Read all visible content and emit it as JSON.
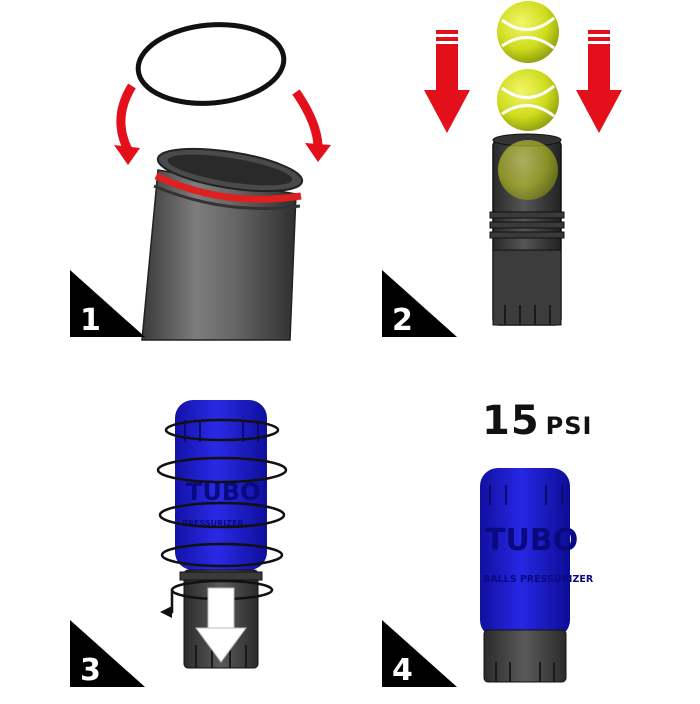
{
  "steps": [
    {
      "number": "1"
    },
    {
      "number": "2"
    },
    {
      "number": "3"
    },
    {
      "number": "4"
    }
  ],
  "pressure": {
    "value": "15",
    "unit": "PSI"
  },
  "brand": {
    "logo": "TUBO",
    "tagline": "BALLS PRESSURIZER"
  },
  "colors": {
    "arrow_red": "#e3101b",
    "tube_gray": "#5b5b5b",
    "seal_red": "#e02020",
    "cap_blue": "#1b1bd0",
    "ball_yellow": "#d7e420",
    "badge_black": "#000000"
  }
}
